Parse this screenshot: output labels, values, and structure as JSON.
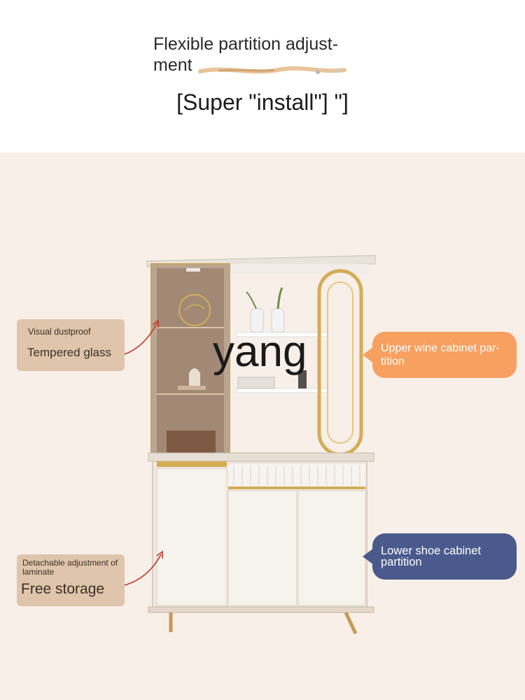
{
  "header": {
    "headline": "Flexible partition adjust-\nment",
    "subline": "[Super \"install\"] \"]"
  },
  "labels": {
    "glass": {
      "small": "Visual dustproof",
      "big": "Tempered glass"
    },
    "storage": {
      "small": "Detachable adjustment of laminate",
      "big": "Free storage"
    }
  },
  "bubbles": {
    "upper": {
      "text": "Upper wine cabinet par-\ntition",
      "color": "#f7a060"
    },
    "lower": {
      "text": "Lower shoe cabinet\npartition",
      "color": "#4a5a8c"
    }
  },
  "watermark": "yang",
  "colors": {
    "panel_bg": "#f8efe9",
    "label_bg": "#dfc5ab",
    "gold": "#d4ac56",
    "arrow_red": "#c0392b"
  }
}
